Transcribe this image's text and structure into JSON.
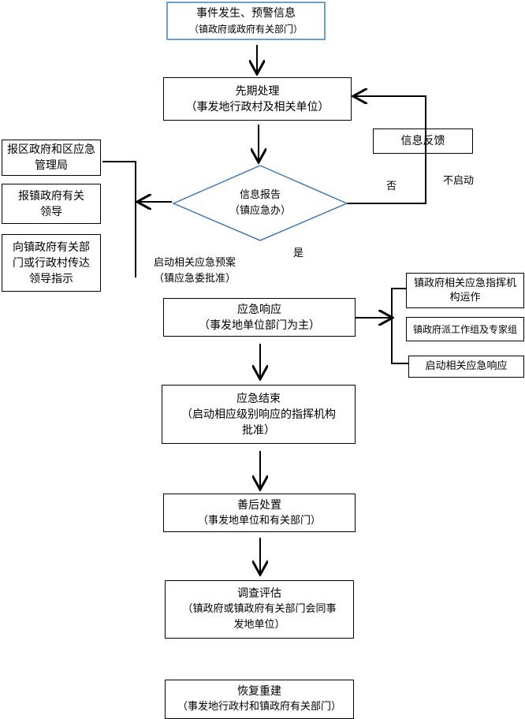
{
  "nodes": {
    "start": {
      "line1": "事件发生、预警信息",
      "line2": "（镇政府或政府有关部门）"
    },
    "initial": {
      "line1": "先期处理",
      "line2": "（事发地行政村及相关单位）"
    },
    "report": {
      "line1": "信息报告",
      "line2": "（镇应急办）"
    },
    "feedback": {
      "line1": "信息反馈"
    },
    "left1": {
      "line1": "报区政府和区应急",
      "line2": "管理局"
    },
    "left2": {
      "line1": "报镇政府有关",
      "line2": "领导"
    },
    "left3": {
      "line1": "向镇政府有关部",
      "line2": "门或行政村传达",
      "line3": "领导指示"
    },
    "response": {
      "line1": "应急响应",
      "line2": "（事发地单位部门为主）"
    },
    "right1": {
      "line1": "镇政府相关应急指挥机",
      "line2": "构运作"
    },
    "right2": {
      "line1": "镇政府派工作组及专家组"
    },
    "right3": {
      "line1": "启动相关应急响应"
    },
    "end": {
      "line1": "应急结束",
      "line2": "（启动相应级别响应的指挥机构",
      "line3": "批准）"
    },
    "aftermath": {
      "line1": "善后处置",
      "line2": "（事发地单位和有关部门）"
    },
    "investigate": {
      "line1": "调查评估",
      "line2": "（镇政府或镇政府有关部门会同事",
      "line3": "发地单位）"
    },
    "rebuild": {
      "line1": "恢复重建",
      "line2": "（事发地行政村和镇政府有关部门）"
    }
  },
  "labels": {
    "no": "否",
    "not_start": "不启动",
    "yes": "是",
    "plan1": "启动相关应急预案",
    "plan2": "（镇应急委批准）"
  }
}
